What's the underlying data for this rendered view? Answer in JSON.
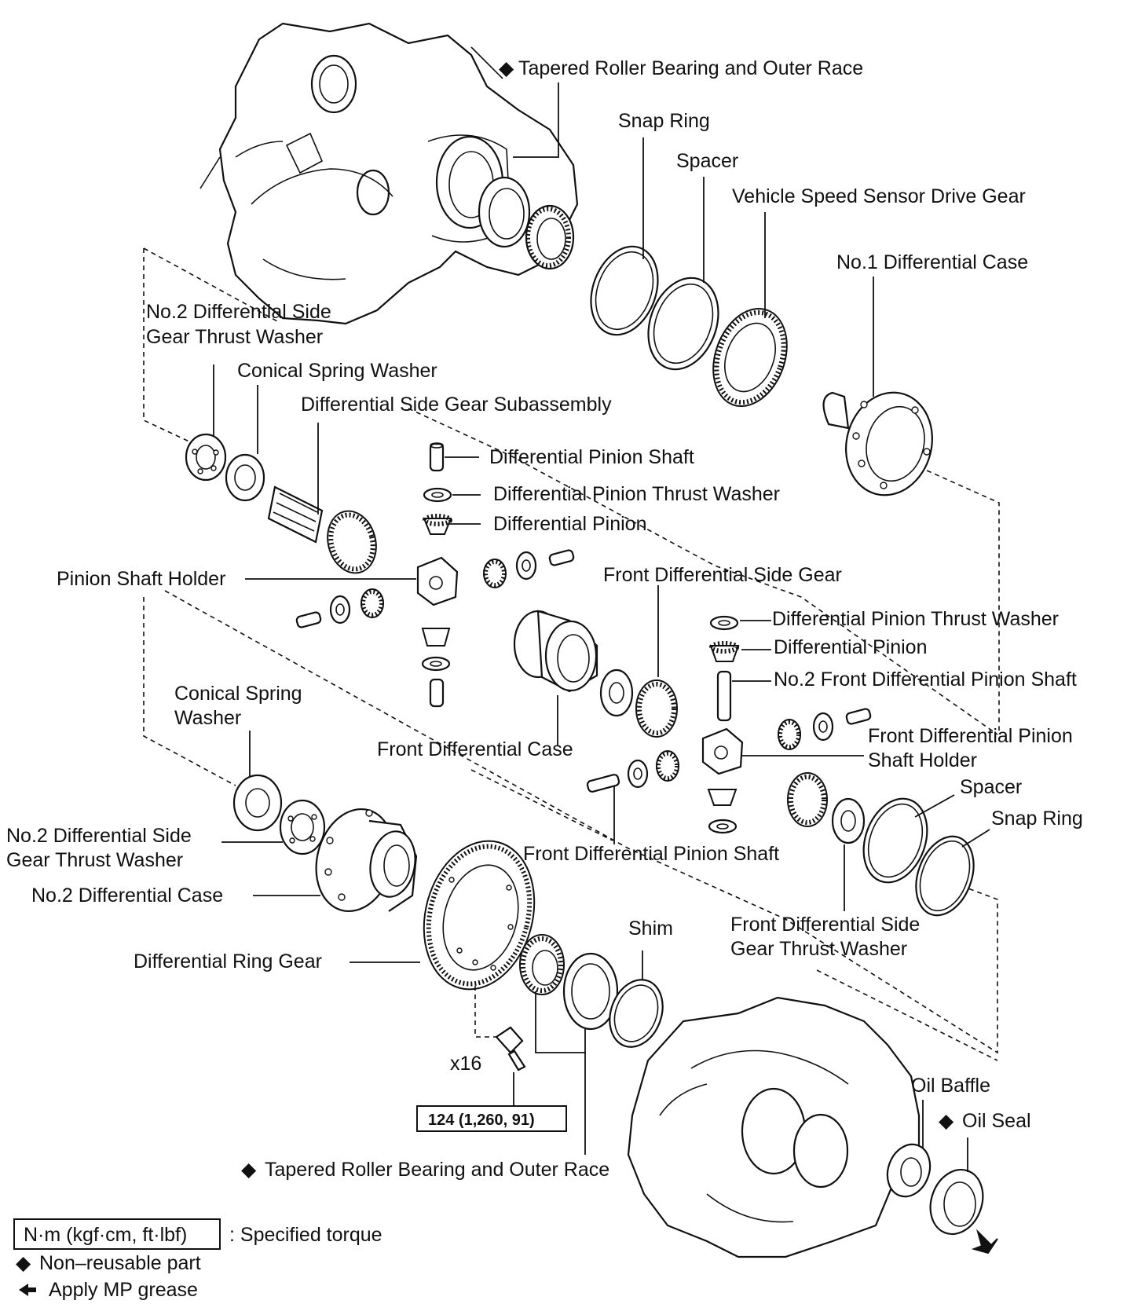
{
  "labels": {
    "tapered_bearing_top": "Tapered Roller Bearing and Outer Race",
    "snap_ring_top": "Snap Ring",
    "spacer_top": "Spacer",
    "speed_sensor_gear": "Vehicle Speed Sensor Drive Gear",
    "no1_diff_case": "No.1 Differential Case",
    "no2_thrust_washer_top_l1": "No.2 Differential Side",
    "no2_thrust_washer_top_l2": "Gear Thrust Washer",
    "conical_washer_top": "Conical Spring Washer",
    "side_gear_subassembly": "Differential Side Gear Subassembly",
    "pinion_shaft": "Differential Pinion Shaft",
    "pinion_thrust_washer_top": "Differential Pinion Thrust Washer",
    "pinion_top": "Differential Pinion",
    "pinion_shaft_holder": "Pinion Shaft Holder",
    "front_side_gear": "Front Differential Side Gear",
    "pinion_thrust_washer_right": "Differential Pinion Thrust Washer",
    "pinion_right": "Differential Pinion",
    "no2_front_pinion_shaft": "No.2 Front Differential Pinion Shaft",
    "conical_washer_left_l1": "Conical Spring",
    "conical_washer_left_l2": "Washer",
    "front_diff_case": "Front Differential Case",
    "front_pinion_holder_l1": "Front Differential Pinion",
    "front_pinion_holder_l2": "Shaft Holder",
    "spacer_right": "Spacer",
    "snap_ring_right": "Snap Ring",
    "no2_thrust_washer_left_l1": "No.2 Differential Side",
    "no2_thrust_washer_left_l2": "Gear Thrust Washer",
    "front_pinion_shaft": "Front Differential Pinion Shaft",
    "no2_diff_case": "No.2 Differential Case",
    "shim": "Shim",
    "front_side_gear_washer_l1": "Front Differential Side",
    "front_side_gear_washer_l2": "Gear Thrust Washer",
    "ring_gear": "Differential Ring Gear",
    "bolt_count": "x16",
    "torque_value": "124 (1,260, 91)",
    "oil_baffle": "Oil Baffle",
    "oil_seal": "Oil Seal",
    "tapered_bearing_bottom": "Tapered Roller Bearing and Outer Race"
  },
  "legend": {
    "torque_unit": "N·m (kgf·cm, ft·lbf)",
    "torque_desc": ": Specified torque",
    "non_reusable": "Non–reusable part",
    "mp_grease": "Apply MP grease"
  },
  "symbols": {
    "non_reusable": "diamond-icon",
    "mp_grease": "arrow-left-icon"
  }
}
